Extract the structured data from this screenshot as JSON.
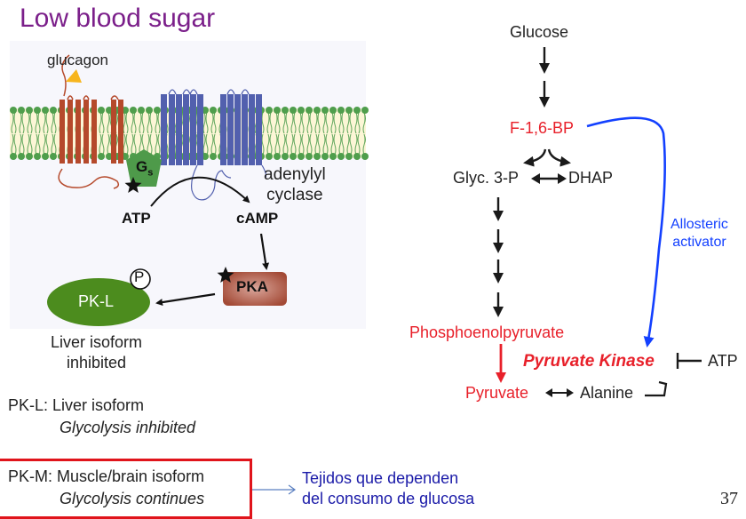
{
  "title": "Low blood sugar",
  "signaling_panel": {
    "glucagon_label": "glucagon",
    "gs_label": "G",
    "gs_subscript": "s",
    "adenylyl_label_line1": "adenylyl",
    "adenylyl_label_line2": "cyclase",
    "atp_label": "ATP",
    "camp_label": "cAMP",
    "pka_label": "PKA",
    "pkl_label": "PK-L",
    "phospho_label": "P"
  },
  "liver_caption": {
    "line1": "Liver isoform",
    "line2": "inhibited"
  },
  "isoforms": [
    {
      "name": "PK-L: Liver isoform",
      "effect": "Glycolysis inhibited"
    },
    {
      "name": "PK-M: Muscle/brain isoform",
      "effect": "Glycolysis continues"
    }
  ],
  "note": {
    "line1": "Tejidos que dependen",
    "line2": "del consumo de glucosa"
  },
  "pathway": {
    "glucose": "Glucose",
    "f16bp": "F-1,6-BP",
    "glyc3p": "Glyc. 3-P",
    "dhap": "DHAP",
    "pep": "Phosphoenolpyruvate",
    "pyruvate": "Pyruvate",
    "alanine": "Alanine",
    "enzyme": "Pyruvate Kinase",
    "inhibitor": "ATP",
    "activator_line1": "Allosteric",
    "activator_line2": "activator"
  },
  "colors": {
    "title": "#7b1f8a",
    "highlight_red": "#e8202a",
    "activator_blue": "#1340ff",
    "note_blue": "#1a1aa8"
  },
  "page_number": "37"
}
